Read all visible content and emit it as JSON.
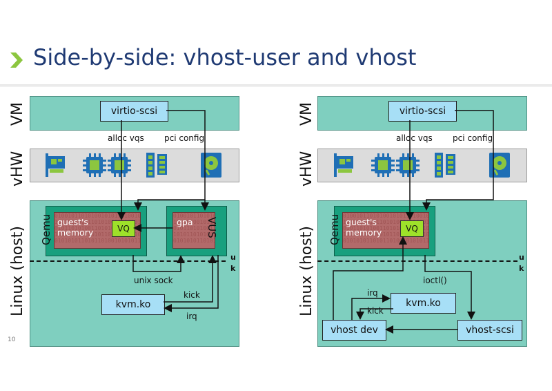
{
  "title": "Side-by-side: vhost-user and vhost",
  "page_number": "10",
  "left": {
    "vm_label": "VM",
    "vhw_label": "vHW",
    "linux_label": "Linux (host)",
    "virtio_label": "virtio-scsi",
    "alloc_vqs": "alloc vqs",
    "pci_config": "pci config",
    "qemu_label": "Qemu",
    "memory_line1": "guest's",
    "memory_line2": "memory",
    "vq_label": "VQ",
    "gpa_label": "gpa",
    "vus_label": "VUS",
    "unix_sock": "unix sock",
    "kick": "kick",
    "irq": "irq",
    "kvm_label": "kvm.ko",
    "u": "u",
    "k": "k"
  },
  "right": {
    "vm_label": "VM",
    "vhw_label": "vHW",
    "linux_label": "Linux (host)",
    "virtio_label": "virtio-scsi",
    "alloc_vqs": "alloc vqs",
    "pci_config": "pci config",
    "qemu_label": "Qemu",
    "memory_line1": "guest's",
    "memory_line2": "memory",
    "vq_label": "VQ",
    "irq": "irq",
    "kick": "kick",
    "ioctl": "ioctl()",
    "kvm_label": "kvm.ko",
    "vhost_dev_label": "vhost dev",
    "vhost_scsi_label": "vhost-scsi",
    "u": "u",
    "k": "k"
  }
}
